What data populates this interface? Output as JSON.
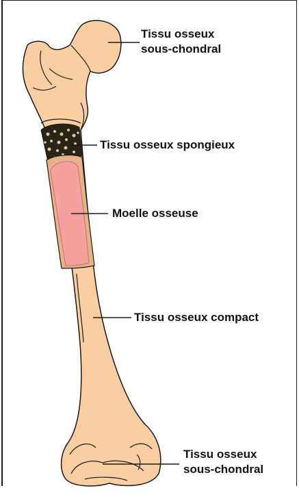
{
  "labels": {
    "top_subchondral_line1": "Tissu osseux",
    "top_subchondral_line2": "sous-chondral",
    "spongy": "Tissu osseux spongieux",
    "marrow": "Moelle osseuse",
    "compact": "Tissu osseux compact",
    "bottom_subchondral_line1": "Tissu osseux",
    "bottom_subchondral_line2": "sous-chondral"
  },
  "colors": {
    "bone": "#F9CFA1",
    "marrow": "#F4A1A0",
    "cavity_wall": "#E8B088",
    "outline": "#1a1a1a"
  }
}
